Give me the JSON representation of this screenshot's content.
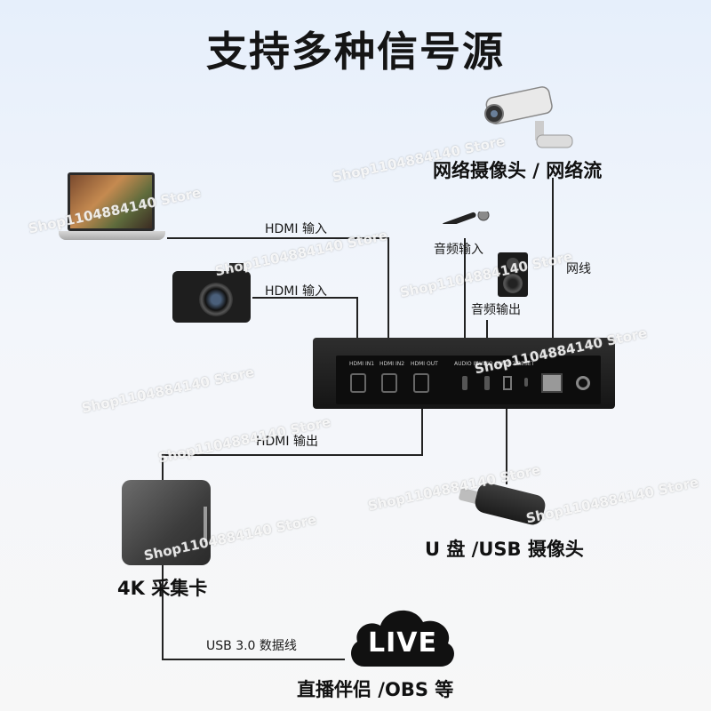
{
  "title": "支持多种信号源",
  "labels": {
    "hdmi_in_1": "HDMI 输入",
    "hdmi_in_2": "HDMI 输入",
    "hdmi_out": "HDMI 输出",
    "audio_in": "音频输入",
    "audio_out": "音频输出",
    "network_cable": "网线",
    "usb_cable": "USB 3.0 数据线"
  },
  "devices": {
    "ip_camera": "网络摄像头 / 网络流",
    "capture_card": "4K 采集卡",
    "usb_device": "U 盘 /USB 摄像头",
    "streaming": "直播伴侣 /OBS 等",
    "live_logo": "LIVE"
  },
  "ports": {
    "hdmi_in1": "HDMI IN1",
    "hdmi_in2": "HDMI IN2",
    "hdmi_out": "HDMI OUT",
    "audio_in": "AUDIO IN",
    "audio_out": "AUDIO OUT",
    "usb": "USB 2.0",
    "reset": "RESET"
  },
  "watermark": "Shop1104884140 Store",
  "colors": {
    "line": "#222222",
    "box": "#1a1a1a",
    "background": "#eef3fa"
  }
}
